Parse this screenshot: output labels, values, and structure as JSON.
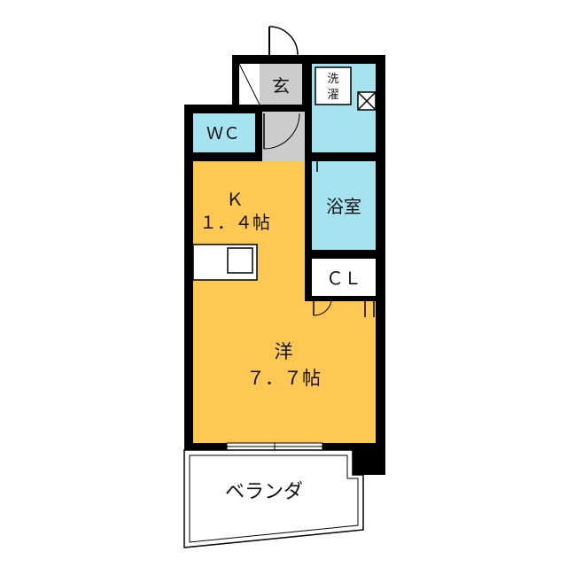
{
  "rooms": {
    "genkan": "玄",
    "laundry_line1": "洗",
    "laundry_line2": "濯",
    "wc": "ＷＣ",
    "kitchen_name": "Ｋ",
    "kitchen_size": "１．４帖",
    "bath": "浴室",
    "closet": "ＣＬ",
    "western_name": "洋",
    "western_size": "７．７帖",
    "balcony": "ベランダ"
  },
  "colors": {
    "western_room": "#FFC853",
    "wet_area": "#A6E3F0",
    "entry_floor": "#CCCCCC",
    "wall": "#000000"
  }
}
